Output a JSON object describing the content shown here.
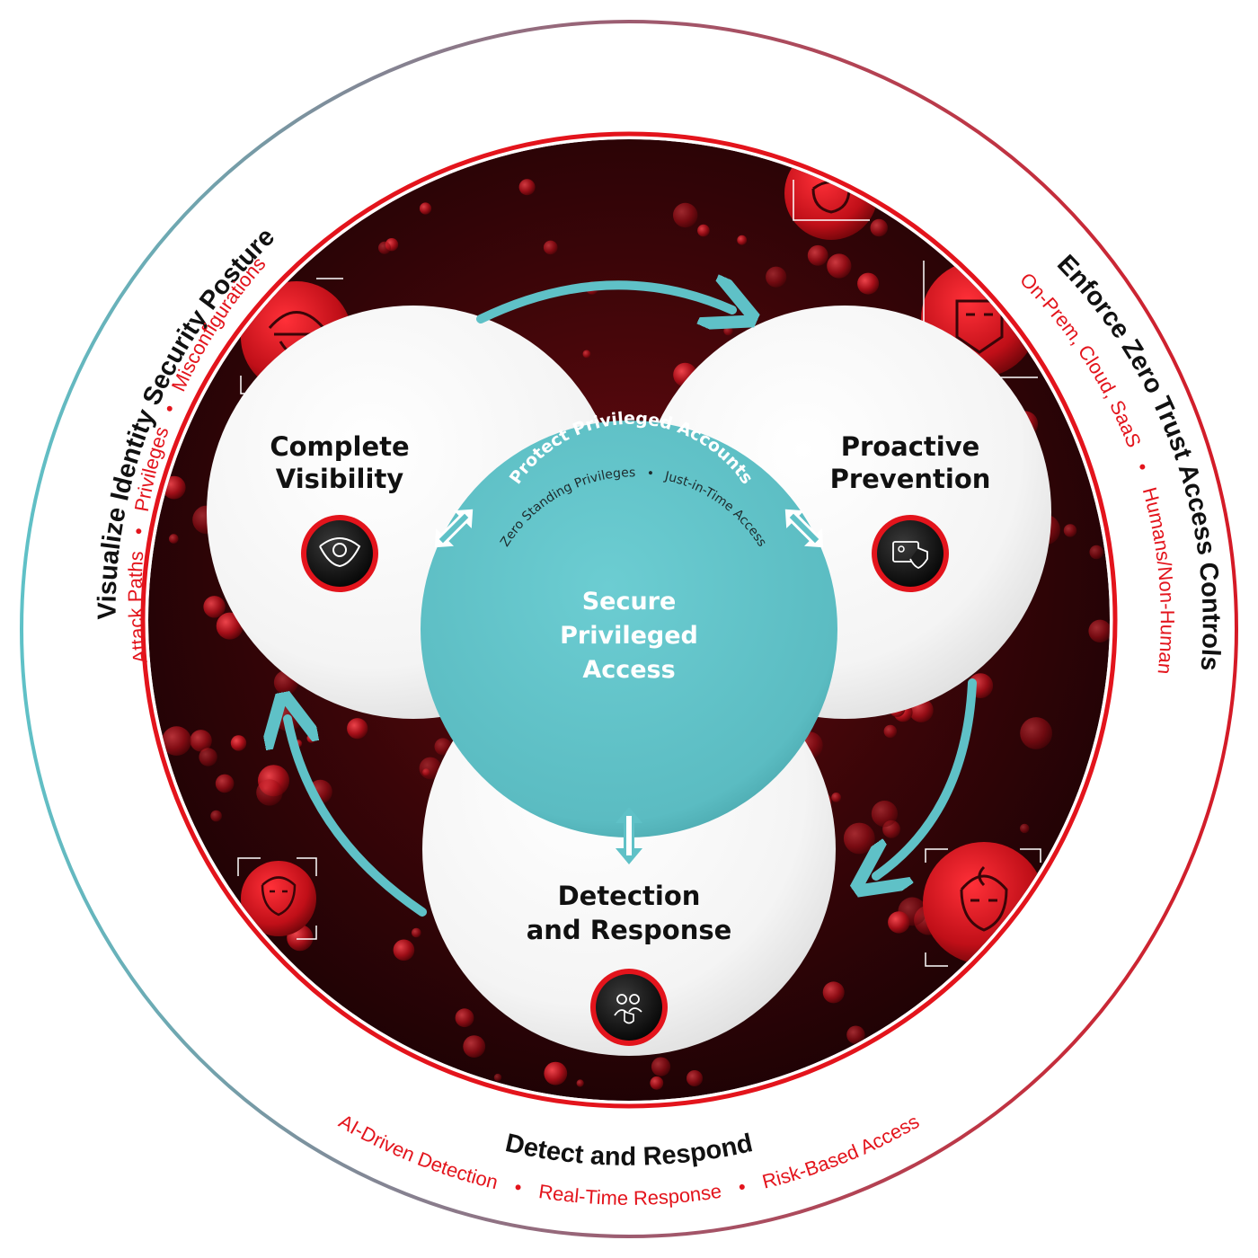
{
  "outer_ring": {
    "left": {
      "title": "Visualize Identity Security Posture",
      "items": [
        "Attack Paths",
        "Privileges",
        "Misconfigurations"
      ]
    },
    "right": {
      "title": "Enforce Zero Trust Access Controls",
      "items": [
        "On-Prem, Cloud, SaaS",
        "Humans/Non-Human"
      ]
    },
    "bottom": {
      "title": "Detect and Respond",
      "items": [
        "AI-Driven Detection",
        "Real-Time Response",
        "Risk-Based Access"
      ]
    },
    "separator": "•"
  },
  "pillars": {
    "visibility": {
      "line1": "Complete",
      "line2": "Visibility",
      "icon": "eye-icon"
    },
    "prevention": {
      "line1": "Proactive",
      "line2": "Prevention",
      "icon": "id-card-shield-icon"
    },
    "detection": {
      "line1": "Detection",
      "line2": "and Response",
      "icon": "users-shield-icon"
    }
  },
  "center": {
    "arc_title": "Protect Privileged Accounts",
    "arc_items": [
      "Zero Standing Privileges",
      "Just-in-Time Access"
    ],
    "line1": "Secure",
    "line2": "Privileged",
    "line3": "Access"
  },
  "threat_icons": [
    "cowboy-hacker-icon",
    "skull-helmet-icon",
    "robot-skull-icon",
    "flame-skull-icon",
    "masked-skull-icon"
  ],
  "colors": {
    "accent_red": "#e3141c",
    "teal": "#5fc1c7",
    "dark_red": "#3a0508",
    "text_dark": "#111111"
  }
}
